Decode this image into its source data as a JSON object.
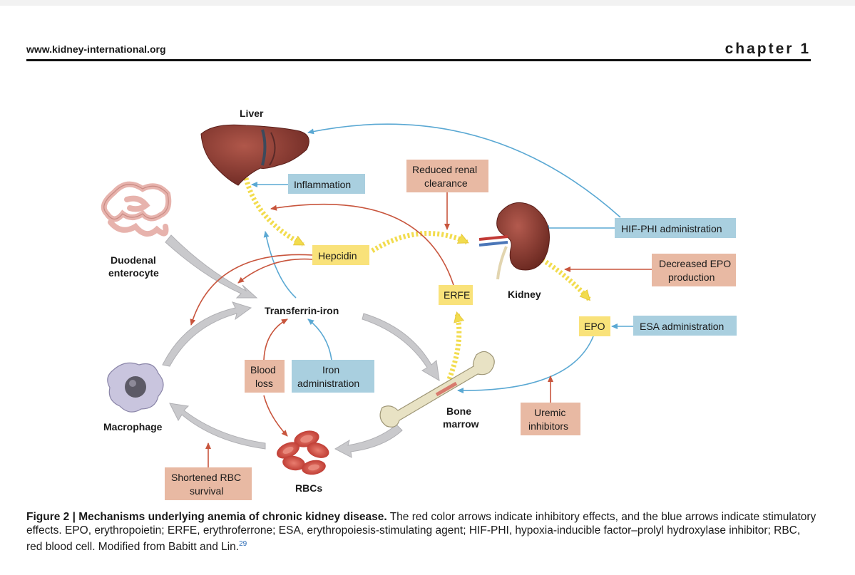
{
  "header": {
    "site_url": "www.kidney-international.org",
    "chapter_label": "chapter 1"
  },
  "figure": {
    "organs": {
      "liver": "Liver",
      "duodenal_line1": "Duodenal",
      "duodenal_line2": "enterocyte",
      "kidney": "Kidney",
      "macrophage": "Macrophage",
      "bone_line1": "Bone",
      "bone_line2": "marrow",
      "rbcs": "RBCs",
      "transferrin": "Transferrin-iron"
    },
    "boxes": {
      "inflammation": "Inflammation",
      "reduced_renal_1": "Reduced renal",
      "reduced_renal_2": "clearance",
      "hif_phi": "HIF-PHI administration",
      "decreased_epo_1": "Decreased EPO",
      "decreased_epo_2": "production",
      "hepcidin": "Hepcidin",
      "erfe": "ERFE",
      "epo": "EPO",
      "esa": "ESA administration",
      "blood_loss_1": "Blood",
      "blood_loss_2": "loss",
      "iron_admin_1": "Iron",
      "iron_admin_2": "administration",
      "uremic_1": "Uremic",
      "uremic_2": "inhibitors",
      "shortened_1": "Shortened RBC",
      "shortened_2": "survival"
    },
    "colors": {
      "blue_box": "#a9cfdf",
      "red_box": "#e8b9a3",
      "yellow_box": "#f9e27a",
      "blue_arrow": "#5aa8d3",
      "red_arrow": "#c8553d",
      "gray_arrow": "#c9c9cc",
      "yellow_arrow": "#f2dc4e"
    }
  },
  "caption": {
    "label": "Figure 2 | Mechanisms underlying anemia of chronic kidney disease.",
    "text": " The red color arrows indicate inhibitory effects, and the blue arrows indicate stimulatory effects. EPO, erythropoietin; ERFE, erythroferrone; ESA, erythropoiesis-stimulating agent; HIF-PHI, hypoxia-inducible factor–prolyl hydroxylase inhibitor; RBC, red blood cell. Modified from Babitt and Lin.",
    "ref": "29"
  }
}
